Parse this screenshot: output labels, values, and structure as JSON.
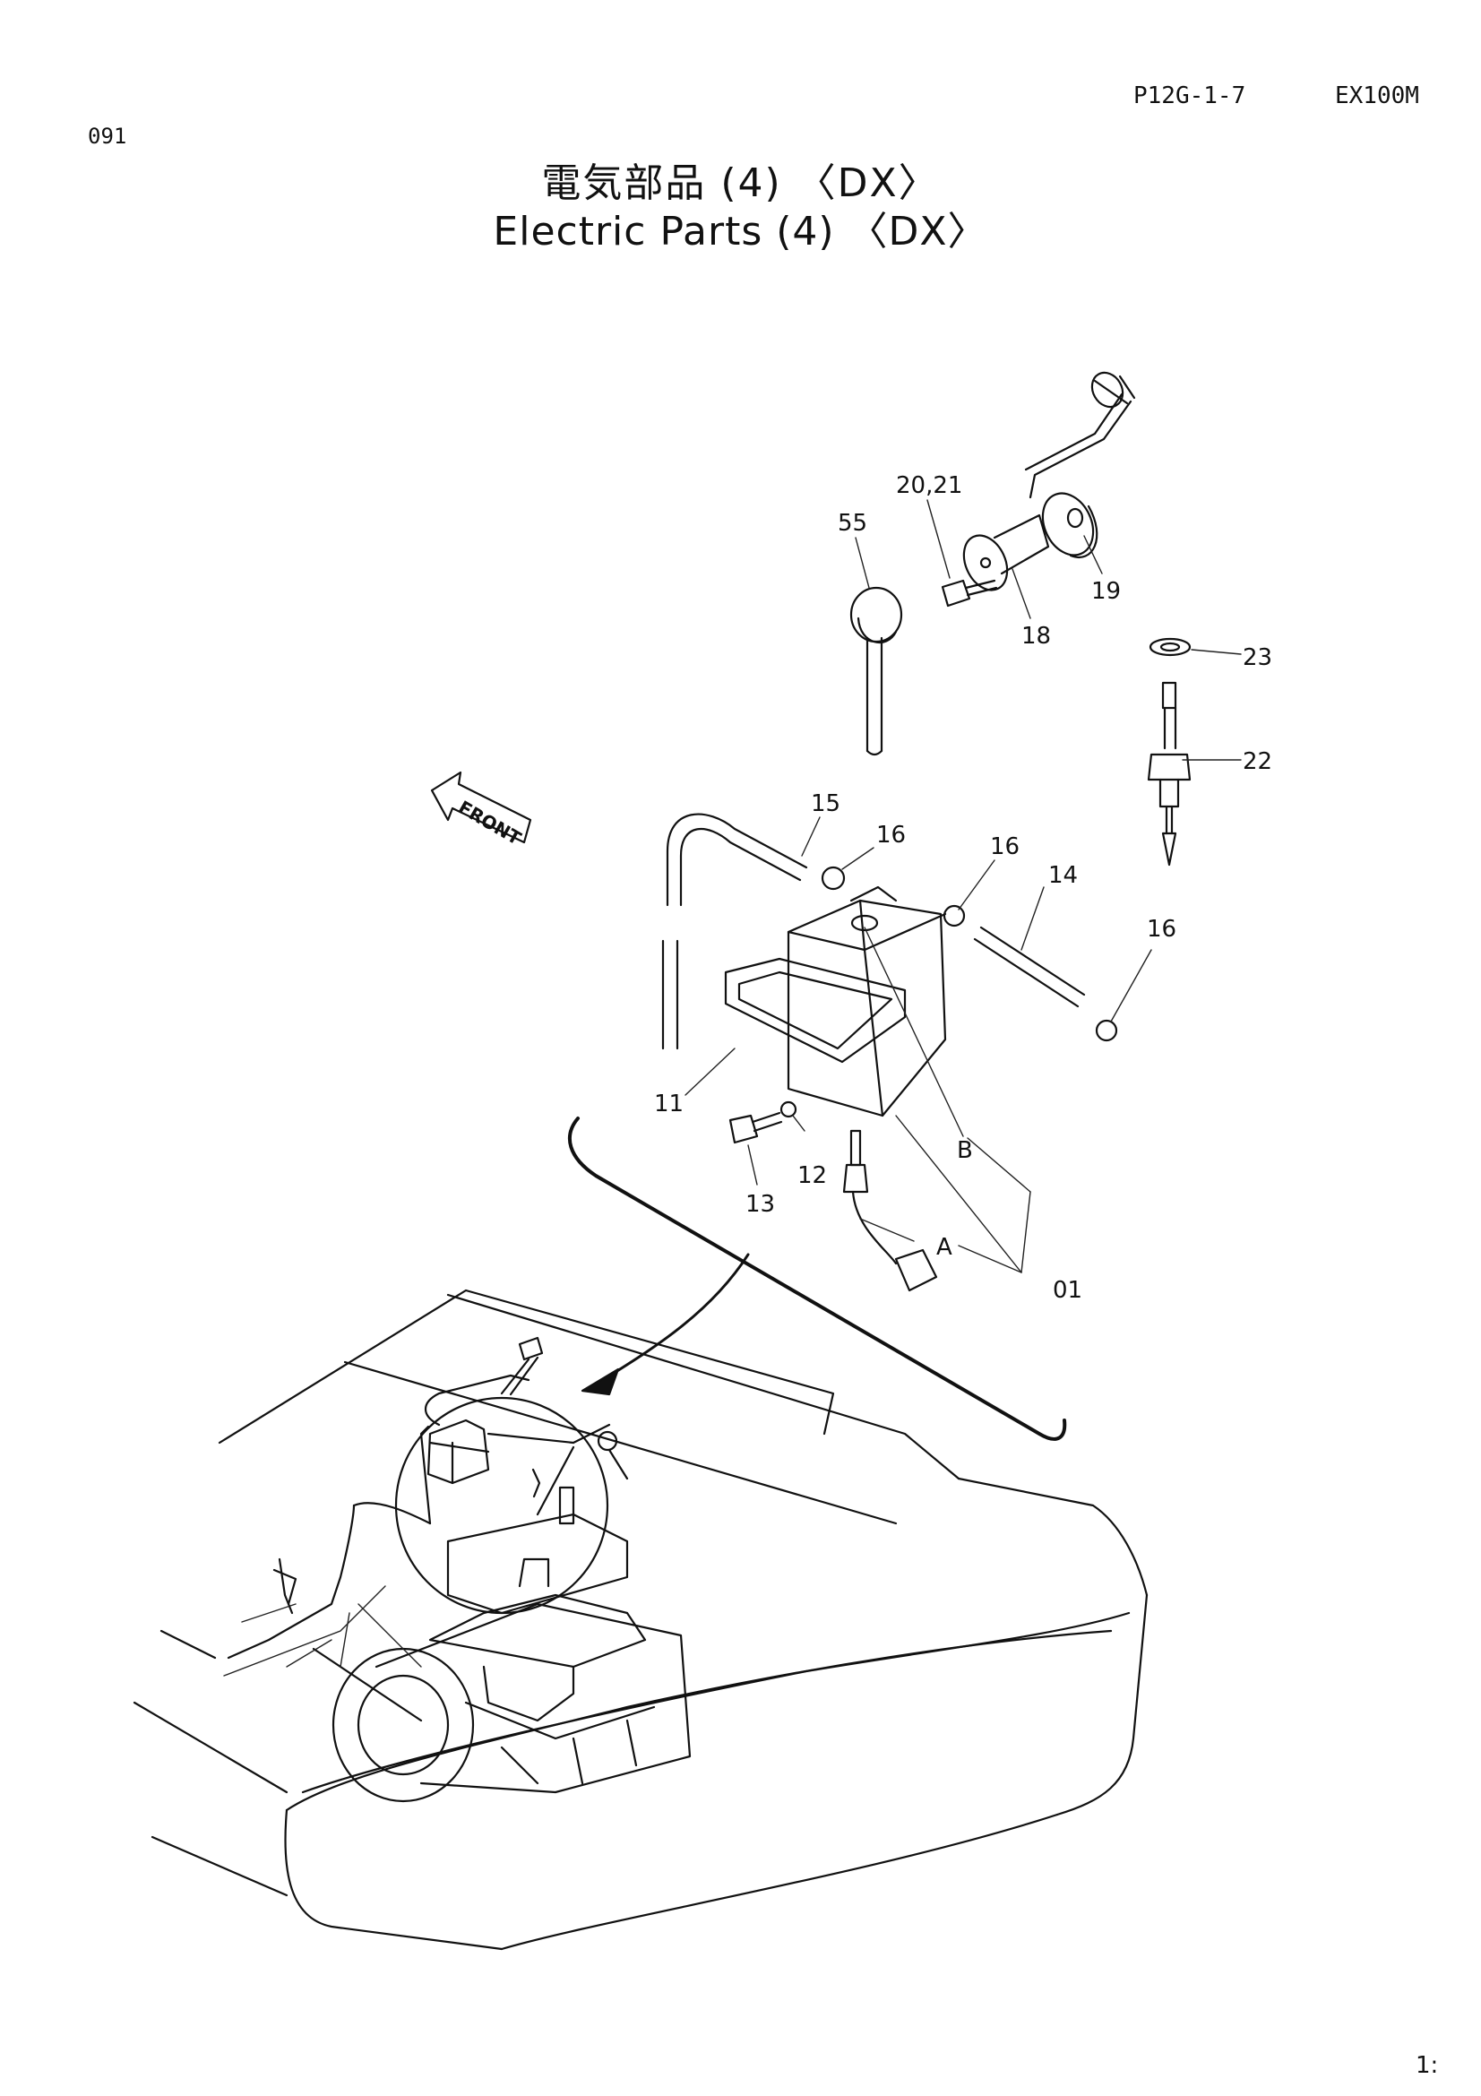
{
  "header": {
    "page_number": "091",
    "part_code": "P12G-1-7",
    "model": "EX100M",
    "title_jp": "電気部品 (4) 〈DX〉",
    "title_en": "Electric Parts (4) 〈DX〉",
    "corner_mark": "1:"
  },
  "diagram": {
    "front_label": "FRONT",
    "callouts": [
      "20,21",
      "55",
      "18",
      "19",
      "23",
      "22",
      "15",
      "16",
      "16",
      "14",
      "16",
      "11",
      "12",
      "13",
      "B",
      "A",
      "01"
    ]
  }
}
